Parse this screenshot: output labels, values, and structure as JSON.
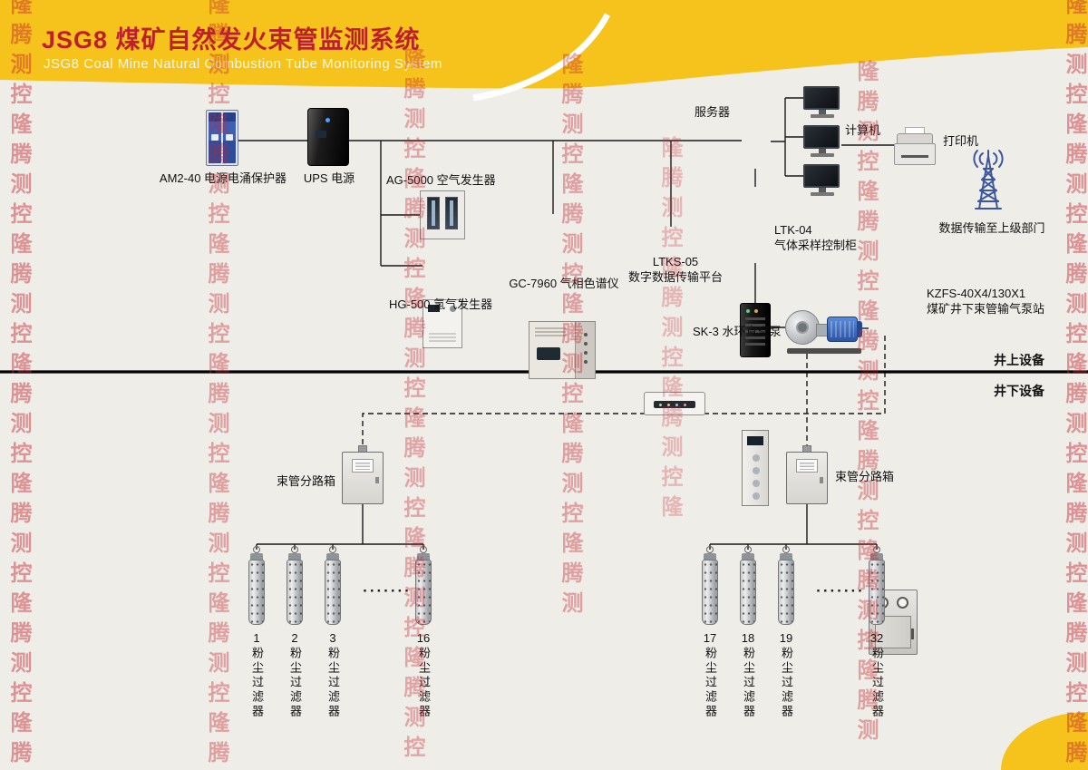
{
  "header": {
    "title_cn": "JSG8 煤矿自然发火束管监测系统",
    "title_en": "JSG8 Coal Mine Natural Combustion Tube Monitoring System"
  },
  "watermark": {
    "text": "隆腾测控隆腾测控隆腾测控隆腾测控隆腾测控隆腾测控隆腾测控隆腾测控"
  },
  "colors": {
    "banner_yellow": "#f6c21c",
    "title_red": "#bf1e2c",
    "watermark_red": "#c62630",
    "line_black": "#1a1a1a",
    "motor_blue": "#2c55a4"
  },
  "devices": {
    "surge_protector": "AM2-40 电源电涌保护器",
    "ups": "UPS 电源",
    "air_generator": "AG-5000 空气发生器",
    "hydrogen_generator": "HG-500 氢气发生器",
    "chromatograph": "GC-7960 气相色谱仪",
    "transmission_platform_line1": "LTKS-05",
    "transmission_platform_line2": "数字数据传输平台",
    "server": "服务器",
    "computer": "计算机",
    "printer": "打印机",
    "antenna_caption": "数据传输至上级部门",
    "sampling_cabinet_line1": "LTK-04",
    "sampling_cabinet_line2": "气体采样控制柜",
    "pump_station_line1": "KZFS-40X4/130X1",
    "pump_station_line2": "煤矿井下束管输气泵站",
    "vacuum_pump": "SK-3 水环真空泵"
  },
  "divider": {
    "surface": "井上设备",
    "underground": "井下设备"
  },
  "branch_boxes": {
    "left": "束管分路箱",
    "right": "束管分路箱"
  },
  "filters": {
    "dots": "·······",
    "left": [
      {
        "num": "1",
        "label": "粉尘过滤器"
      },
      {
        "num": "2",
        "label": "粉尘过滤器"
      },
      {
        "num": "3",
        "label": "粉尘过滤器"
      },
      {
        "num": "16",
        "label": "粉尘过滤器"
      }
    ],
    "right": [
      {
        "num": "17",
        "label": "粉尘过滤器"
      },
      {
        "num": "18",
        "label": "粉尘过滤器"
      },
      {
        "num": "19",
        "label": "粉尘过滤器"
      },
      {
        "num": "32",
        "label": "粉尘过滤器"
      }
    ]
  }
}
